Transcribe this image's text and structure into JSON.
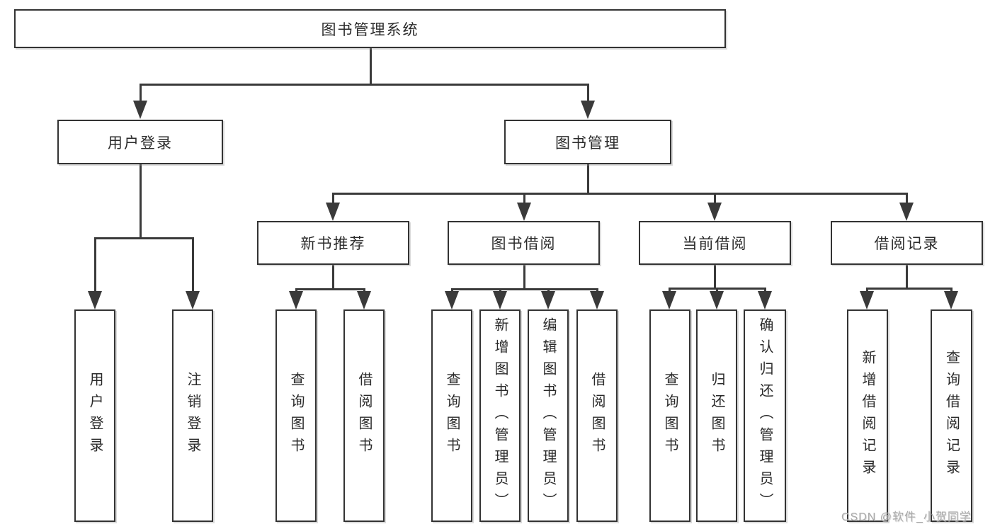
{
  "diagram_title": "图书管理系统",
  "nodes": {
    "root": {
      "label": "图书管理系统"
    },
    "user_login": {
      "label": "用户登录"
    },
    "book_management": {
      "label": "图书管理"
    },
    "new_book_recommend": {
      "label": "新书推荐"
    },
    "book_borrowing": {
      "label": "图书借阅"
    },
    "current_borrowing": {
      "label": "当前借阅"
    },
    "borrowing_records": {
      "label": "借阅记录"
    },
    "leaf_user_login": {
      "label": "用户登录"
    },
    "leaf_logout": {
      "label": "注销登录"
    },
    "leaf_recommend_query_books": {
      "label": "查询图书"
    },
    "leaf_recommend_borrow_books": {
      "label": "借阅图书"
    },
    "leaf_borrowing_query_books": {
      "label": "查询图书"
    },
    "leaf_borrowing_add_books": {
      "label": "新增图书（管理员）"
    },
    "leaf_borrowing_edit_books": {
      "label": "编辑图书（管理员）"
    },
    "leaf_borrowing_borrow_books": {
      "label": "借阅图书"
    },
    "leaf_current_query_books": {
      "label": "查询图书"
    },
    "leaf_current_return_books": {
      "label": "归还图书"
    },
    "leaf_current_confirm_return": {
      "label": "确认归还（管理员）"
    },
    "leaf_records_add_record": {
      "label": "新增借阅记录"
    },
    "leaf_records_query_record": {
      "label": "查询借阅记录"
    }
  },
  "hierarchy": {
    "图书管理系统": {
      "用户登录": [
        "用户登录",
        "注销登录"
      ],
      "图书管理": {
        "新书推荐": [
          "查询图书",
          "借阅图书"
        ],
        "图书借阅": [
          "查询图书",
          "新增图书（管理员）",
          "编辑图书（管理员）",
          "借阅图书"
        ],
        "当前借阅": [
          "查询图书",
          "归还图书",
          "确认归还（管理员）"
        ],
        "借阅记录": [
          "新增借阅记录",
          "查询借阅记录"
        ]
      }
    }
  },
  "watermark": {
    "text": "CSDN @软件_小贺同学"
  },
  "colors": {
    "background": "#ffffff",
    "box_border": "#333333",
    "line": "#3a3a3a",
    "text": "#2a2a2a",
    "watermark": "#a9a9a9"
  }
}
